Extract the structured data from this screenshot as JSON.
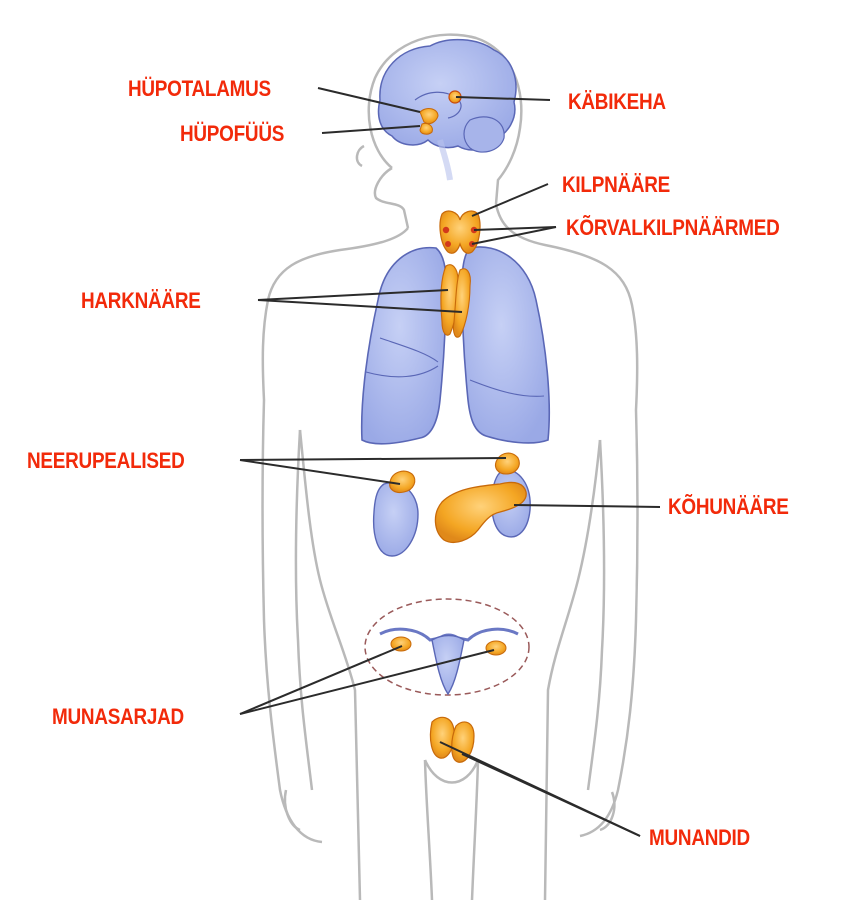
{
  "colors": {
    "label": "#f22a0a",
    "organ_blue": "#a9b7ec",
    "organ_blue_edge": "#5a67b6",
    "gland_orange": "#f4a623",
    "gland_edge": "#c86a0a",
    "body_outline": "#b9b9b9",
    "leader_line": "#2b2b2b"
  },
  "labels": {
    "hypothalamus": "HÜPOTALAMUS",
    "pituitary": "HÜPOFÜÜS",
    "pineal": "KÄBIKEHA",
    "thyroid": "KILPNÄÄRE",
    "parathyroids": "KÕRVALKILPNÄÄRMED",
    "thymus": "HARKNÄÄRE",
    "adrenals": "NEERUPEALISED",
    "pancreas": "KÕHUNÄÄRE",
    "ovaries": "MUNASARJAD",
    "testes": "MUNANDID"
  }
}
